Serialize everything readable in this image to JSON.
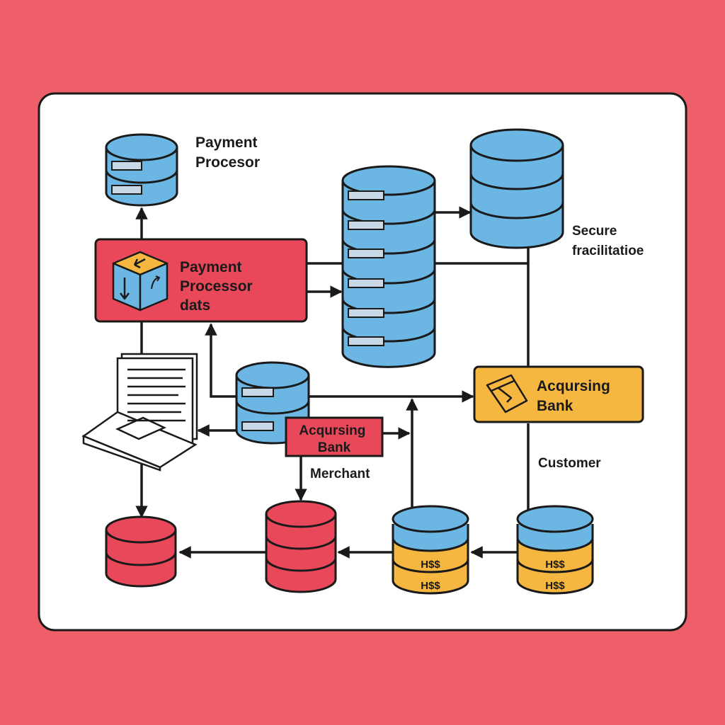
{
  "labels": {
    "top_left": [
      "Payment",
      "Procesor"
    ],
    "right_mid": [
      "Secure",
      "fracilitatioe"
    ],
    "merchant": "Merchant",
    "customer": "Customer"
  },
  "nodes": {
    "payment_processor_box": [
      "Payment",
      "Processor",
      "dats"
    ],
    "acquiring_bank_right": [
      "Acqursing",
      "Bank"
    ],
    "acquiring_bank_small": [
      "Acqursing",
      "Bank"
    ]
  },
  "coin_label": "H$$",
  "colors": {
    "background": "#ee5f6a",
    "canvas": "#ffffff",
    "blue": "#6bb6e3",
    "red": "#e8485a",
    "yellow": "#f5b73f",
    "stroke": "#1a1a1a"
  }
}
